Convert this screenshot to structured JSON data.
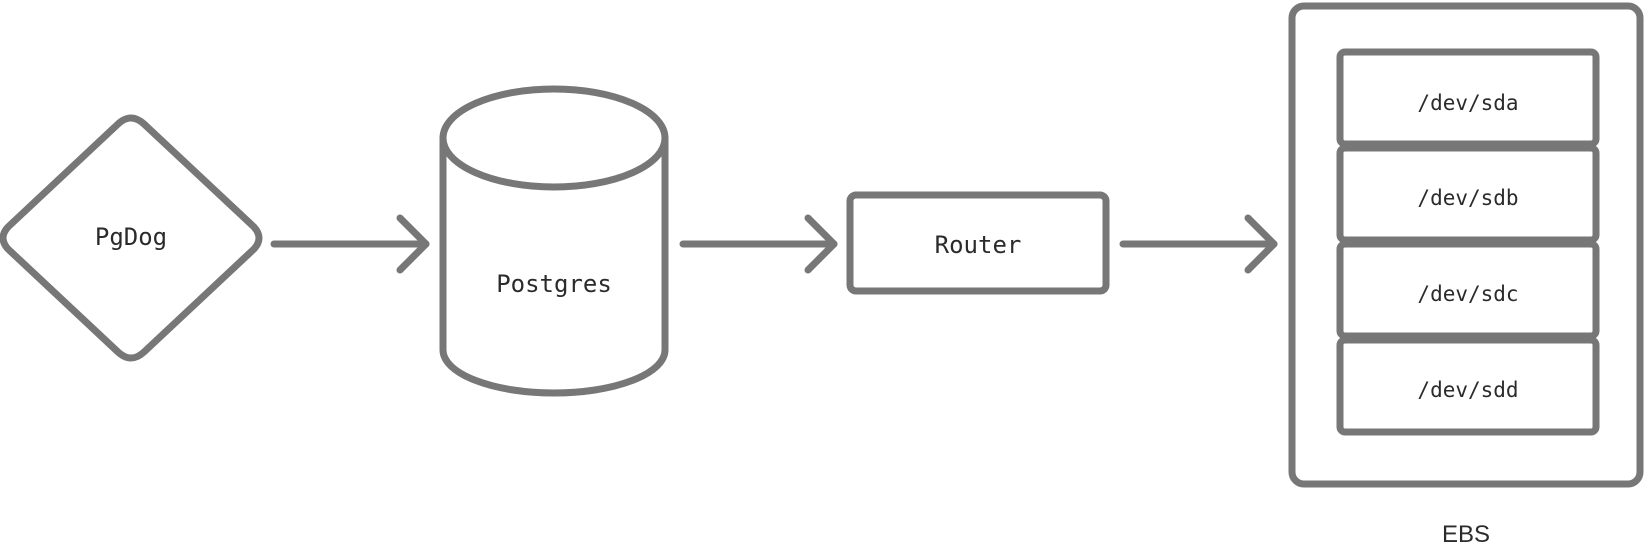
{
  "diagram": {
    "nodes": {
      "pgdog": {
        "label": "PgDog",
        "shape": "diamond"
      },
      "postgres": {
        "label": "Postgres",
        "shape": "cylinder"
      },
      "router": {
        "label": "Router",
        "shape": "rectangle"
      },
      "ebs": {
        "label": "EBS",
        "shape": "container",
        "devices": [
          "/dev/sda",
          "/dev/sdb",
          "/dev/sdc",
          "/dev/sdd"
        ]
      }
    },
    "edges": [
      {
        "from": "pgdog",
        "to": "postgres"
      },
      {
        "from": "postgres",
        "to": "router"
      },
      {
        "from": "router",
        "to": "ebs"
      }
    ],
    "colors": {
      "stroke": "#777777",
      "text": "#2b2b2b",
      "background": "#ffffff"
    }
  }
}
